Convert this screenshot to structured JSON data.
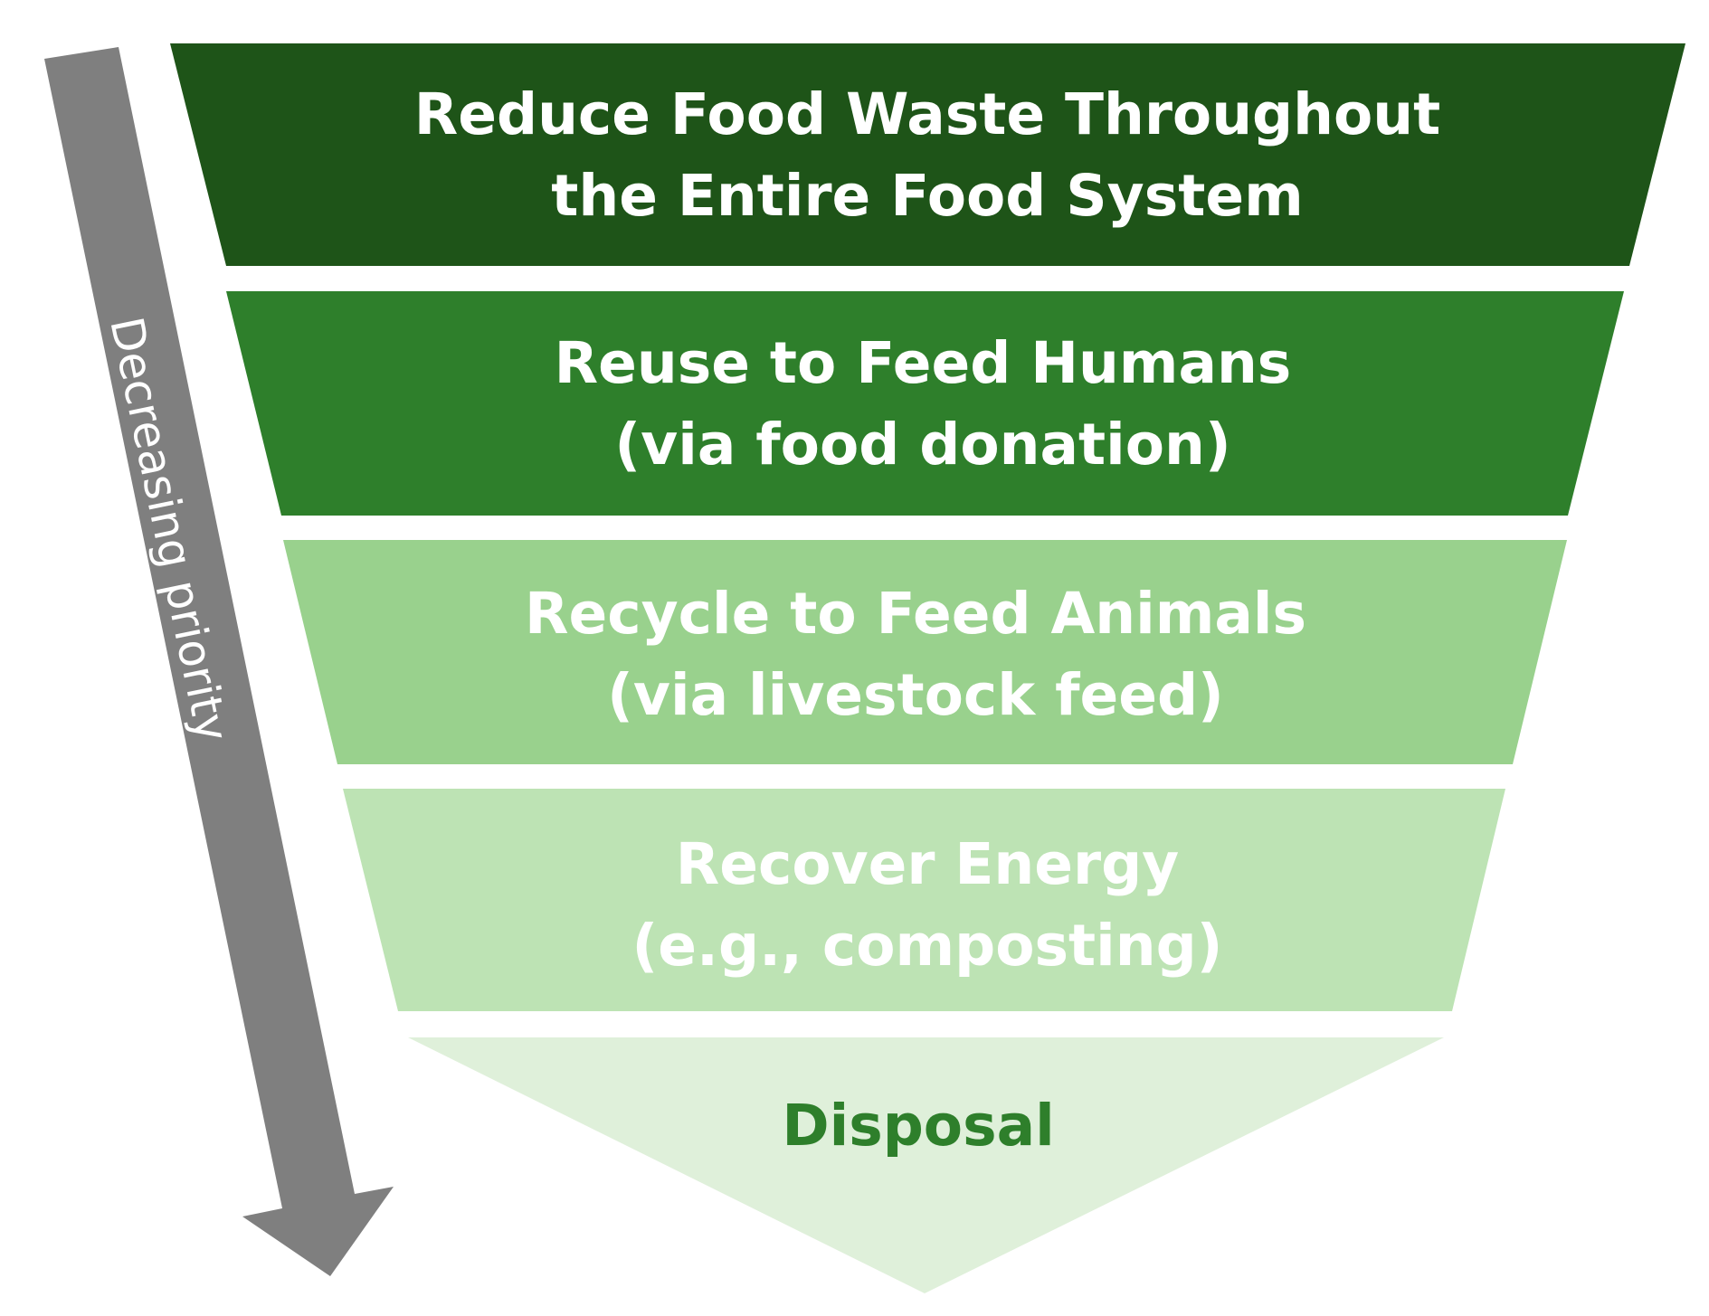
{
  "arrow": {
    "label": "Decreasing priority",
    "color": "#7f7f7f"
  },
  "tiers": [
    {
      "line1": "Reduce Food Waste Throughout",
      "line2": "the Entire Food System",
      "fill": "#1e5418",
      "text_color": "#ffffff"
    },
    {
      "line1": "Reuse to Feed Humans",
      "line2": "(via food donation)",
      "fill": "#2e7f2b",
      "text_color": "#ffffff"
    },
    {
      "line1": "Recycle to Feed Animals",
      "line2": "(via livestock feed)",
      "fill": "#99d18d",
      "text_color": "#ffffff"
    },
    {
      "line1": "Recover Energy",
      "line2": "(e.g., composting)",
      "fill": "#bde3b4",
      "text_color": "#ffffff"
    },
    {
      "line1": "Disposal",
      "line2": "",
      "fill": "#dff0da",
      "text_color": "#2e7f2b"
    }
  ]
}
